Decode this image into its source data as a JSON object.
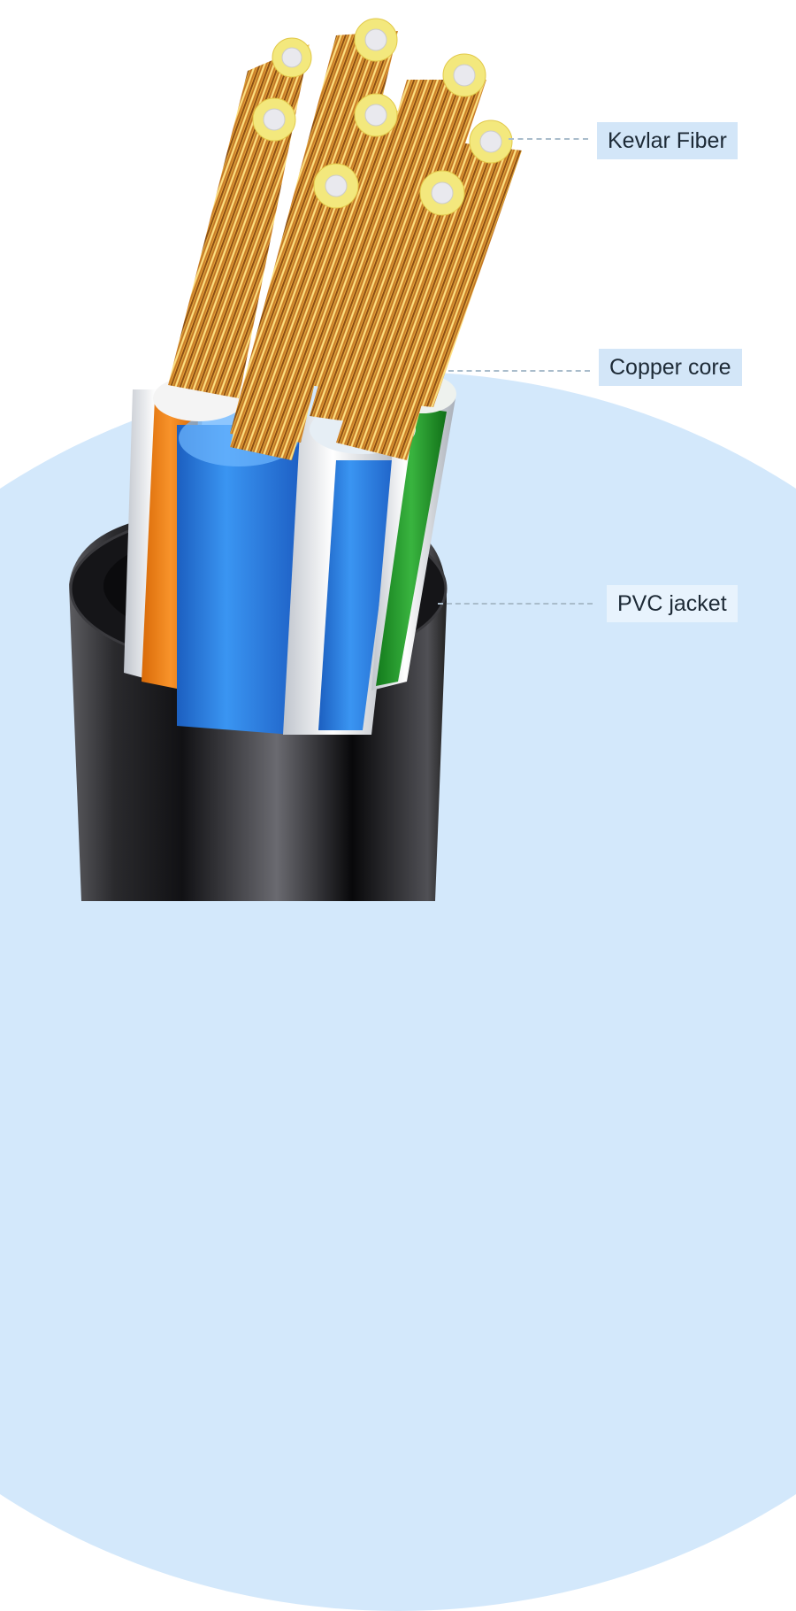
{
  "image": {
    "description": "Ethernet cable cross-section illustration",
    "background_arc_color": "#d3e8fb",
    "jacket_color": "#1b1b1e",
    "wire_colors": [
      "#f07d12",
      "#2b7fe0",
      "#ffffff",
      "#23a12d"
    ],
    "copper_color": "#e0a12a",
    "kevlar_color": "#f2e98a"
  },
  "callouts": [
    {
      "label": "Kevlar Fiber",
      "target": "kevlar-fiber"
    },
    {
      "label": "Copper core",
      "target": "copper-core"
    },
    {
      "label": "PVC jacket",
      "target": "pvc-jacket"
    }
  ]
}
